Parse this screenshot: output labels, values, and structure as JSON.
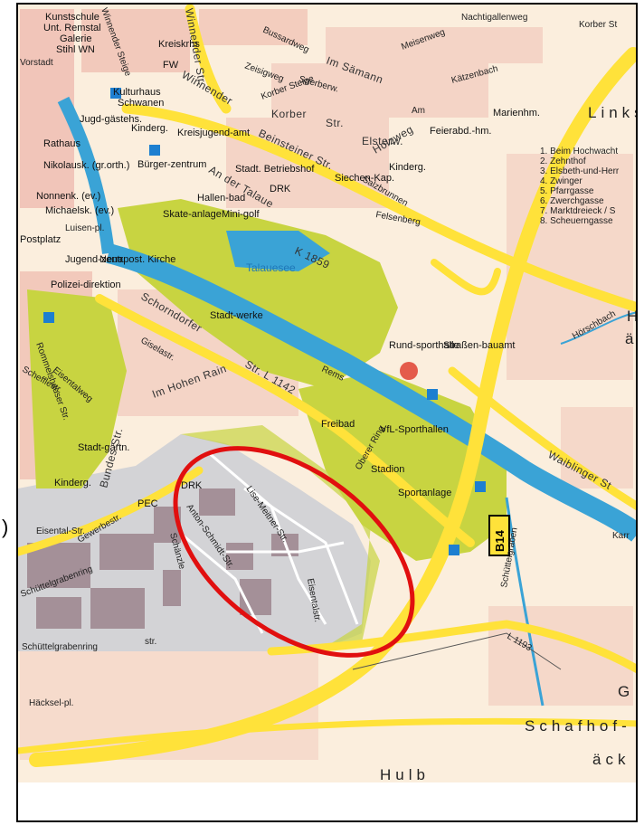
{
  "map": {
    "streets": {
      "nachtigallenweg": "Nachtigallenweg",
      "korber_str_top": "Korber St",
      "meisenweg": "Meisenweg",
      "bussardweg": "Bussardweg",
      "zeisigweg": "Zeisigweg",
      "sperberweg": "Sperberw.",
      "im_saemann": "Im Sämann",
      "korber_steige": "Korber Steige",
      "korber_str": "Korber",
      "korber_str2": "Str.",
      "elsterweg": "Elsterw.",
      "kaetzenbach": "Kätzenbach",
      "am": "Am",
      "holzweg": "Holzweg",
      "beinsteiner_str": "Beinsteiner Str.",
      "salzbrunnen": "Salzbrunnen",
      "felsenberg": "Felsenberg",
      "an_der_talaue": "An der Talaue",
      "k1859": "K 1859",
      "winnender_str": "Winnender Str.",
      "winnender_steige": "Winnender Steige",
      "winnender": "Winnender",
      "schorndorfer_str": "Schorndorfer",
      "l1142": "Str. L 1142",
      "giselastr": "Giselastr.",
      "im_hohen_rain": "Im Hohen Rain",
      "rommelshauser_str": "Rommelshauser Str.",
      "bundes_str": "Bundes-Str.",
      "eisentalweg": "Eisentalweg",
      "schefflestr": "Schefflestr.",
      "gewerbestr": "Gewerbestr.",
      "eisental_str": "Eisental-Str.",
      "schuettelgrabenring": "Schüttelgrabenring",
      "schuettelgrabenring2": "Schüttelgrabenring",
      "str": "str.",
      "anton_schmidt_str": "Anton-Schmidt-Str.",
      "schaenzle": "Schänzle",
      "lise_meitner_str": "Lise-Meitner-Str.",
      "eisentalstr": "Eisentalstr.",
      "oberer_ring": "Oberer Ring",
      "waiblinger_str": "Waiblinger St",
      "l1193": "L 1193",
      "schuettelgraben": "Schüttelgraben",
      "hoerschbach": "Hörschbach",
      "remsstr": "Rems",
      "b14": "B14",
      "haecksel_pl": "Häcksel-pl.",
      "karr": "Karr"
    },
    "places": {
      "kunstschule": "Kunstschule",
      "unt_remstal": "Unt. Remstal",
      "galerie": "Galerie",
      "stihl_wn": "Stihl WN",
      "vorstadt": "Vorstadt",
      "kreiskrhs": "Kreiskrhs",
      "fw": "FW",
      "kulturhaus": "Kulturhaus",
      "schwanen": "Schwanen",
      "jugendgaestehs": "Jugd-gästehs.",
      "kinderg1": "Kinderg.",
      "kreisjugendamt": "Kreisjugend-amt",
      "rathaus": "Rathaus",
      "buergerzentrum": "Bürger-zentrum",
      "stadt_betriebshof": "Stadt. Betriebshof",
      "drk": "DRK",
      "siechen_kap": "Siechen-Kap.",
      "kinderg2": "Kinderg.",
      "feierabend_hm": "Feierabd.-hm.",
      "marienhm": "Marienhm.",
      "nikolausk": "Nikolausk. (gr.orth.)",
      "nonnenk": "Nonnenk. (ev.)",
      "michaelsk": "Michaelsk. (ev.)",
      "hallenbad": "Hallen-bad",
      "skateanlage": "Skate-anlage",
      "minigolf": "Mini-golf",
      "talauesee": "Talauesee",
      "postplatz": "Postplatz",
      "luisenpl": "Luisen-pl.",
      "jugendzentr": "Jugend-zentr.",
      "polizeidirektion": "Polizei-direktion",
      "neuapost_kirche": "Neuapost. Kirche",
      "stadtwerke": "Stadt-werke",
      "rundsporthalle": "Rund-sporthalle",
      "strassenbauamt": "Straßen-bauamt",
      "freibad": "Freibad",
      "vfl_sporthallen": "VfL-Sporthallen",
      "stadion": "Stadion",
      "sportanlage": "Sportanlage",
      "stadtgaertn": "Stadt-gärtn.",
      "kinderg3": "Kinderg.",
      "pec": "PEC",
      "drk2": "DRK"
    },
    "areas": {
      "links": "Links",
      "schafhof": "Schafhof-",
      "aeck": "äck",
      "hulb": "Hulb",
      "g": "G",
      "h": "H",
      "ae": "ä"
    },
    "legend": [
      "1. Beim Hochwacht",
      "2. Zehnthof",
      "3. Elsbeth-und-Herr",
      "4. Zwinger",
      "5. Pfarrgasse",
      "6. Zwerchgasse",
      "7. Marktdreieck / S",
      "8. Scheuerngasse"
    ],
    "highlight_color": "#e10f0f",
    "colors": {
      "background": "#fbeedd",
      "park": "#c8d441",
      "river": "#3aa3d6",
      "major_road": "#ffe23a",
      "building": "#e9a49a",
      "industrial": "#d3d3d6",
      "industrial_building": "#a49098",
      "parking": "#1d7fd0"
    }
  }
}
